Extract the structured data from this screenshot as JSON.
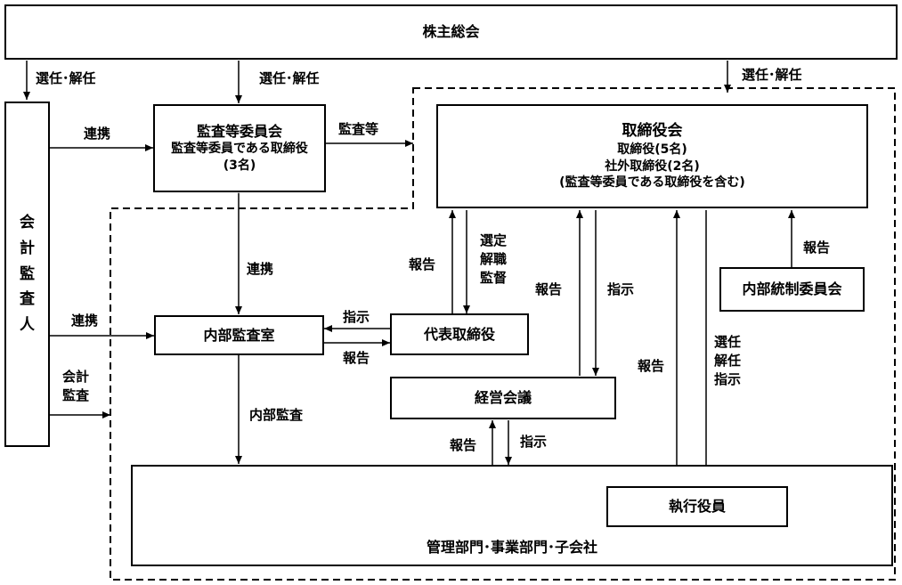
{
  "nodes": {
    "shareholders": "株主総会",
    "auditor": "会\n計\n監\n査\n人",
    "audit_committee": {
      "title": "監査等委員会",
      "line1": "監査等委員である取締役",
      "line2": "(3名)"
    },
    "board": {
      "title": "取締役会",
      "line1": "取締役(5名)",
      "line2": "社外取締役(2名)",
      "line3": "(監査等委員である取締役を含む)"
    },
    "internal_control_committee": "内部統制委員会",
    "internal_audit_office": "内部監査室",
    "representative_director": "代表取締役",
    "management_meeting": "経営会議",
    "executive_officers": "執行役員",
    "departments": "管理部門･事業部門･子会社"
  },
  "edge_labels": {
    "elect_dismiss_auditor": "選任･解任",
    "elect_dismiss_committee": "選任･解任",
    "elect_dismiss_board": "選任･解任",
    "cooperation_auditor_committee": "連携",
    "audit_etc": "監査等",
    "cooperation_committee_office": "連携",
    "cooperation_auditor_office": "連携",
    "accounting_audit": "会計\n監査",
    "report_rep_to_board": "報告",
    "select_dismiss_supervise": "選定\n解職\n監督",
    "report_mgmt_to_board": "報告",
    "instruct_board_to_mgmt": "指示",
    "report_icc_to_board": "報告",
    "instruct_rep_to_office": "指示",
    "report_office_to_rep": "報告",
    "internal_audit": "内部監査",
    "report_exec_to_board": "報告",
    "elect_dismiss_instruct_exec": "選任\n解任\n指示",
    "report_dept_to_mgmt": "報告",
    "instruct_mgmt_to_dept": "指示"
  }
}
